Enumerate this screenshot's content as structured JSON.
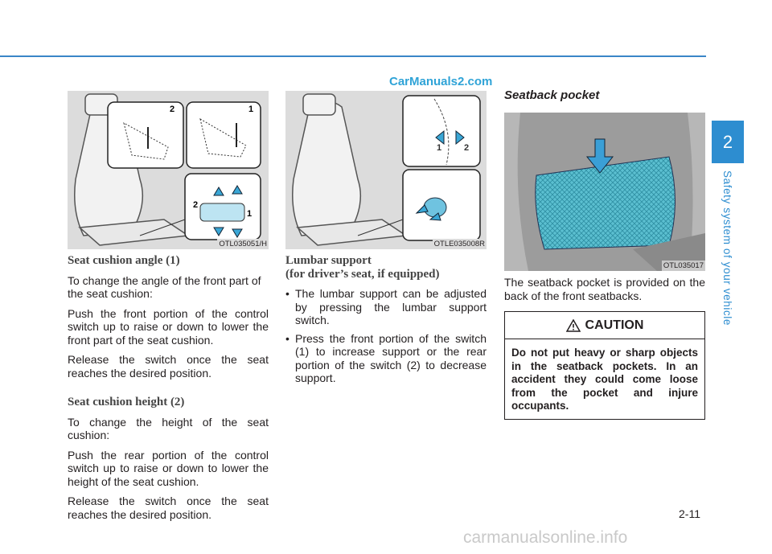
{
  "watermark_top": "CarManuals2.com",
  "side_tab": {
    "number": "2",
    "title": "Safety system of your vehicle"
  },
  "page_number": "2-11",
  "watermark_bottom": "carmanualsonline.info",
  "figures": {
    "fig1": {
      "code": "OTL035051/H",
      "labels": [
        "2",
        "1",
        "2",
        "1"
      ]
    },
    "fig2": {
      "code": "OTLE035008R",
      "labels": [
        "1",
        "2"
      ]
    },
    "fig3": {
      "code": "OTL035017"
    }
  },
  "col1": {
    "heading1": "Seat cushion angle (1)",
    "p1": "To change the angle of the front part of the seat cushion:",
    "p2": "Push the front portion of the control switch up to raise or down to lower the front part of the seat cushion.",
    "p3": "Release the switch once the seat reaches the desired position.",
    "heading2": "Seat cushion height (2)",
    "p4": "To change the height of the seat cushion:",
    "p5": "Push the rear portion of the control switch up to raise or down to lower the height of the seat cushion.",
    "p6": "Release the switch once the seat reaches the desired position."
  },
  "col2": {
    "heading_line1": "Lumbar support",
    "heading_line2": "(for driver’s seat, if equipped)",
    "bullet1": "The lumbar support can be adjust­ed by pressing the lumbar support switch.",
    "bullet2": "Press the front portion of the switch (1) to increase support or the rear portion of the switch (2) to decrease support."
  },
  "col3": {
    "heading": "Seatback pocket",
    "p1": "The seatback pocket is provided on the back of the front seatbacks."
  },
  "caution": {
    "title": "CAUTION",
    "text": "Do not put heavy or sharp objects in the seatback pockets. In an accident they could come loose from the pocket and injure occupants."
  },
  "colors": {
    "accent": "#2d8dd0",
    "arrow": "#3aa7d6",
    "net": "#5bbfd0"
  }
}
